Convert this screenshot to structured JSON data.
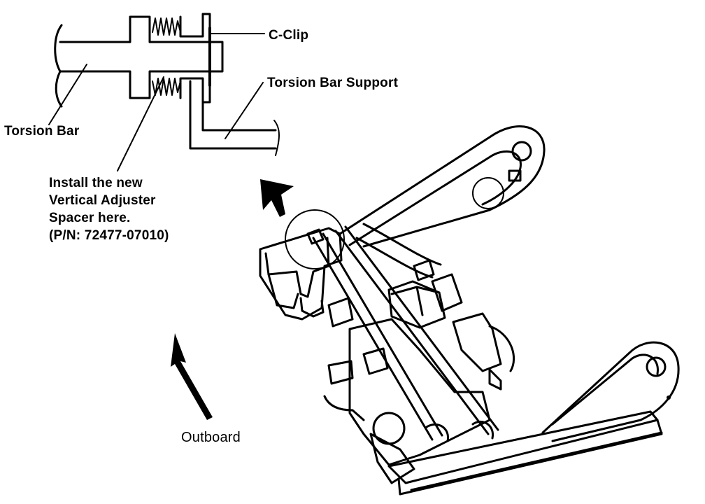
{
  "labels": {
    "c_clip": "C-Clip",
    "torsion_bar_support": "Torsion Bar Support",
    "torsion_bar": "Torsion Bar",
    "install_note": [
      "Install the new",
      "Vertical Adjuster",
      "Spacer here.",
      "(P/N: 72477-07010)"
    ],
    "outboard": "Outboard"
  },
  "colors": {
    "ink": "#000000",
    "paper": "#ffffff"
  }
}
